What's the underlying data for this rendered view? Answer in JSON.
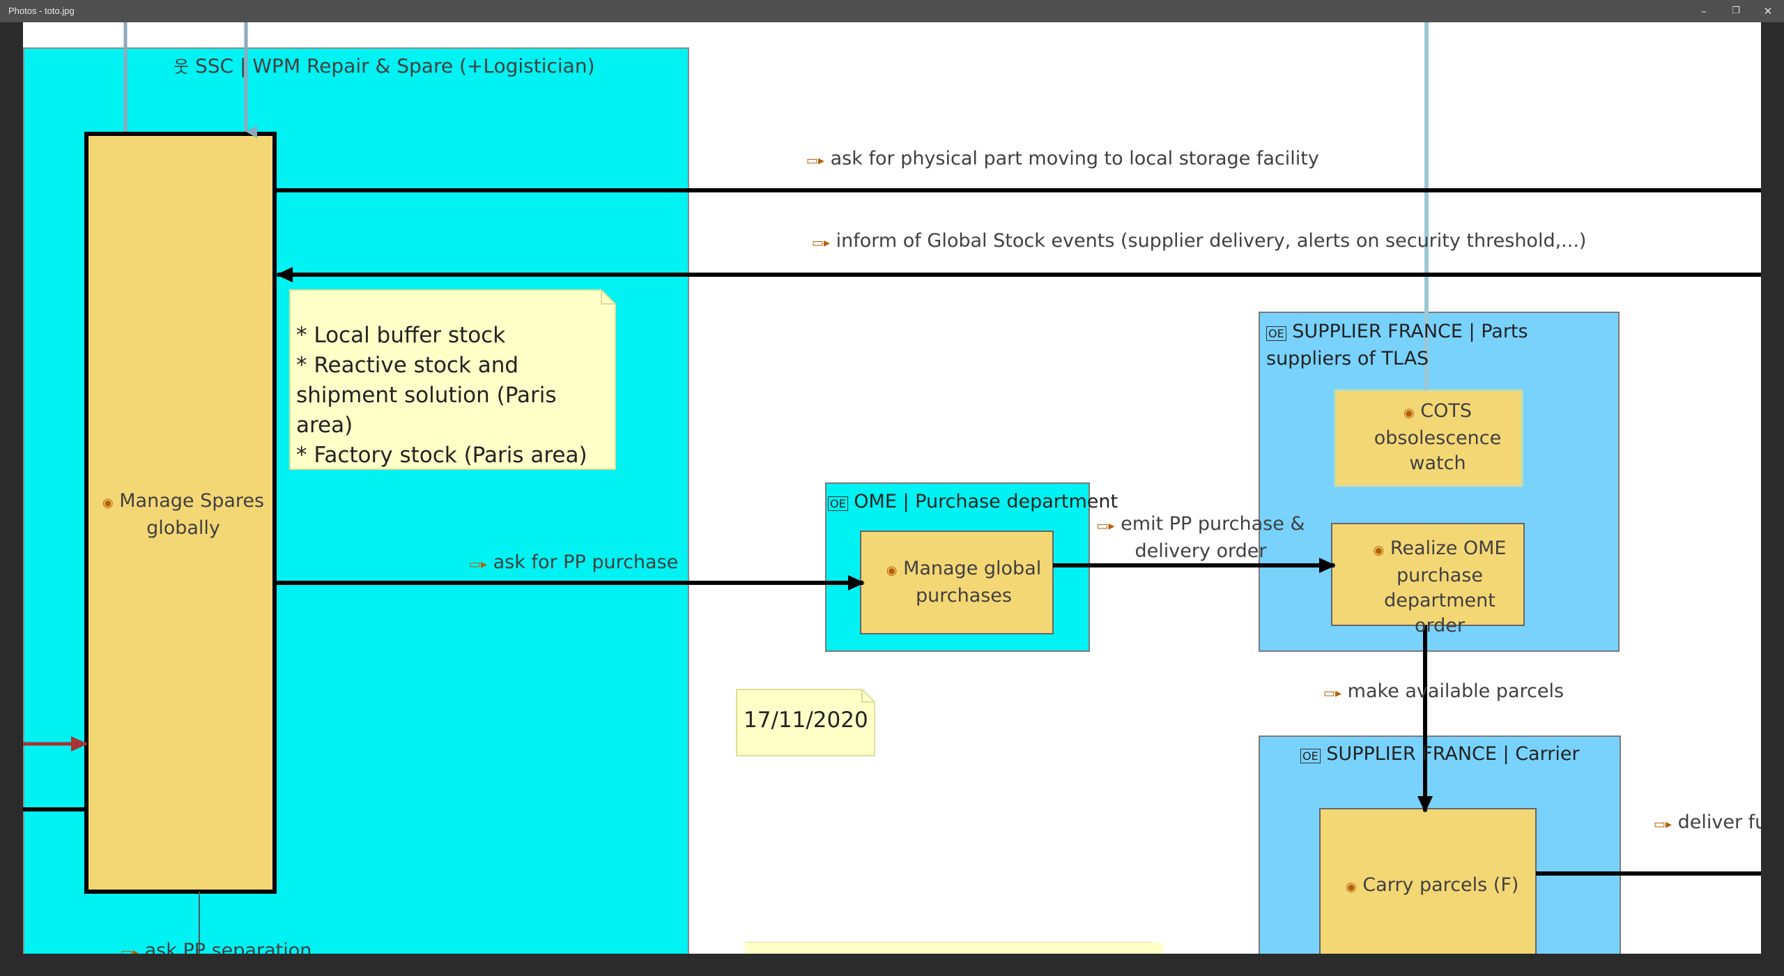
{
  "window": {
    "title": "Photos - toto.jpg",
    "controls": {
      "minimize": "–",
      "restore": "❐",
      "close": "✕"
    }
  },
  "diagram": {
    "ssc_container": {
      "label": "SSC | WPM Repair & Spare (+Logistician)",
      "color": "#00f2f2"
    },
    "manage_spares": {
      "label": "Manage Spares globally",
      "color": "#f4d775"
    },
    "note_stock": {
      "lines": [
        "* Local buffer stock",
        "* Reactive stock and shipment solution (Paris area)",
        "* Factory stock (Paris area)"
      ]
    },
    "note_date": {
      "text": "17/11/2020"
    },
    "ome": {
      "label": "OME | Purchase department",
      "color": "#00f2f2"
    },
    "manage_global_purchases": {
      "label": "Manage global purchases"
    },
    "supplier_parts": {
      "label": "SUPPLIER FRANCE | Parts suppliers of TLAS",
      "color": "#78d2fc"
    },
    "cots": {
      "label": "COTS obsolescence watch"
    },
    "realize_ome": {
      "label": "Realize OME purchase department order"
    },
    "supplier_carrier": {
      "label": "SUPPLIER FRANCE | Carrier"
    },
    "carry_parcels": {
      "label": "Carry parcels (F)"
    },
    "exchanges": {
      "ask_physical": "ask for physical part moving to local storage facility",
      "inform_global": "inform of Global Stock events (supplier delivery, alerts on security threshold,...)",
      "ask_pp_purchase": "ask for PP purchase",
      "emit_pp": "emit PP purchase & delivery order",
      "make_available": "make available parcels",
      "deliver": "deliver fu",
      "ask_pp_separation": "ask PP separation"
    }
  }
}
